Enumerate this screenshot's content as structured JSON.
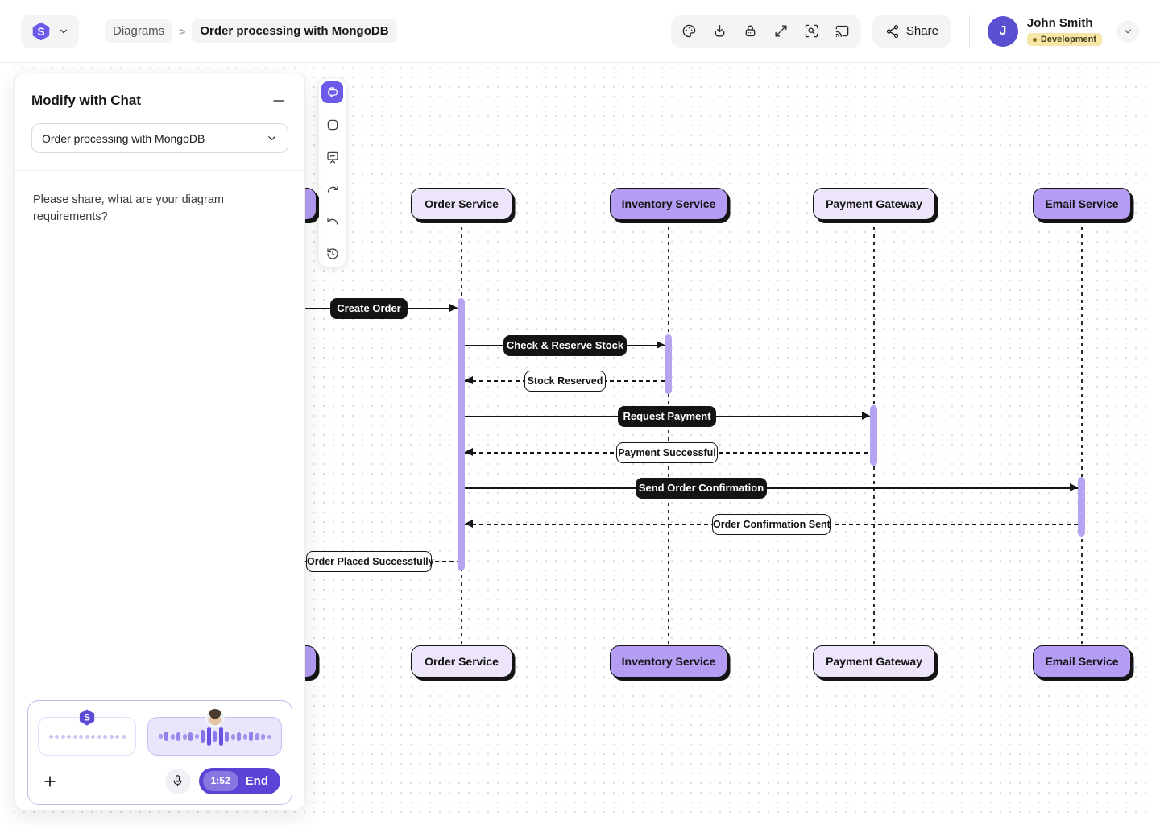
{
  "header": {
    "logo": {
      "letter": "S"
    },
    "breadcrumb": {
      "section": "Diagrams",
      "separator": ">",
      "title": "Order processing with MongoDB"
    },
    "actions": {
      "icons": [
        "theme-palette",
        "download",
        "lock-passcode",
        "expand",
        "scan-search",
        "cast"
      ],
      "share_label": "Share"
    },
    "user": {
      "initial": "J",
      "name": "John Smith",
      "status_badge": "Development"
    }
  },
  "canvas_toolbar": {
    "tools": [
      "modify-with-chat",
      "shape",
      "presentation",
      "redo",
      "undo",
      "history"
    ],
    "active_tool": "modify-with-chat"
  },
  "chat_panel": {
    "title": "Modify with Chat",
    "diagram_select": {
      "value": "Order processing with MongoDB"
    },
    "assistant_message": "Please share, what are your diagram requirements?",
    "voice_call": {
      "timer": "1:52",
      "end_label": "End",
      "ai_wave": [
        5,
        5,
        5,
        5,
        5,
        5,
        5,
        5,
        5,
        5,
        5,
        5,
        5
      ],
      "user_wave": [
        6,
        12,
        7,
        11,
        7,
        11,
        6,
        16,
        24,
        14,
        24,
        13,
        7,
        11,
        7,
        12,
        9,
        7,
        5
      ]
    }
  },
  "diagram": {
    "participants": [
      {
        "label": "Order Service",
        "variant": "light"
      },
      {
        "label": "Inventory Service",
        "variant": "dark"
      },
      {
        "label": "Payment Gateway",
        "variant": "light"
      },
      {
        "label": "Email Service",
        "variant": "dark"
      }
    ],
    "messages": [
      {
        "label": "Create Order",
        "style": "solid-filled"
      },
      {
        "label": "Check & Reserve Stock",
        "style": "solid-filled"
      },
      {
        "label": "Stock Reserved",
        "style": "dashed-outline"
      },
      {
        "label": "Request Payment",
        "style": "solid-filled"
      },
      {
        "label": "Payment Successful",
        "style": "dashed-outline"
      },
      {
        "label": "Send Order Confirmation",
        "style": "solid-filled"
      },
      {
        "label": "Order Confirmation Sent",
        "style": "dashed-outline"
      },
      {
        "label": "Order Placed Successfully",
        "style": "dashed-outline"
      }
    ]
  },
  "colors": {
    "accent": "#6C5BE8",
    "participant_light": "#EDE6FB",
    "participant_dark": "#B49DF3",
    "activation": "#B7A4F1",
    "label_filled_bg": "#141414",
    "badge_bg": "#F6E6A8",
    "end_button": "#5B43D6"
  }
}
